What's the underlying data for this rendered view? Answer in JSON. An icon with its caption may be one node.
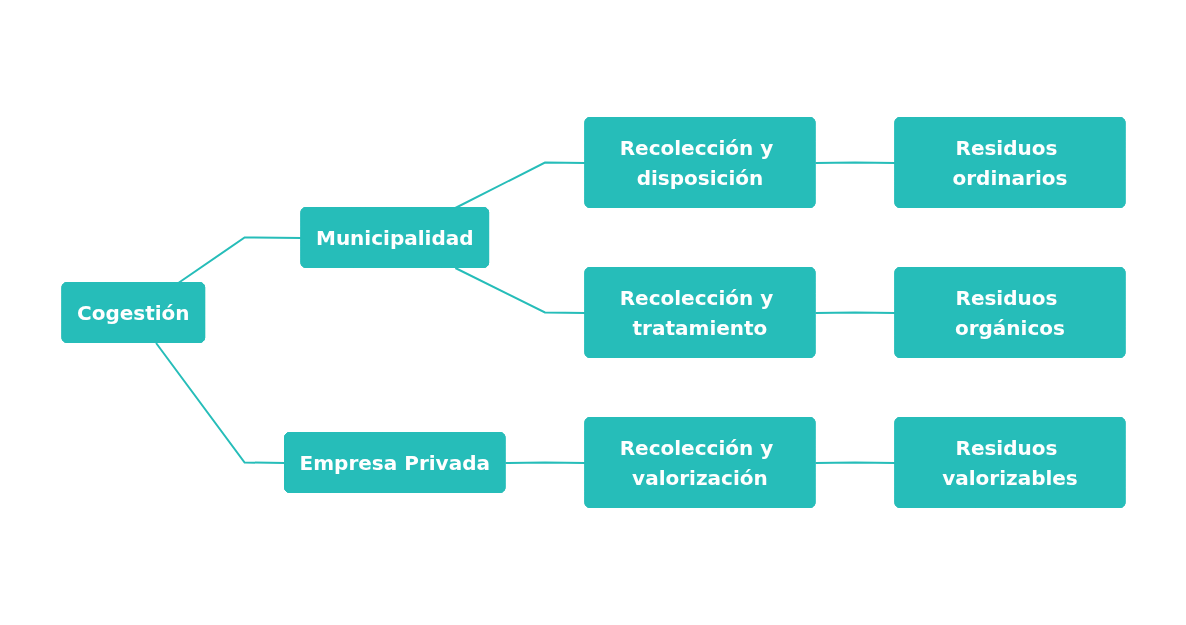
{
  "diagram": {
    "nodes": [
      {
        "text": [
          "Cogestión"
        ]
      },
      {
        "text": [
          "Municipalidad"
        ]
      },
      {
        "text": [
          "Recolección y disposición"
        ]
      },
      {
        "text": [
          "Residuos ordinarios"
        ]
      },
      {
        "text": [
          "Recolección y tratamiento"
        ]
      },
      {
        "text": [
          "Residuos orgánicos"
        ]
      },
      {
        "text": [
          "Empresa Privada"
        ]
      },
      {
        "text": [
          "Recolección y valorización"
        ]
      },
      {
        "text": [
          "Residuos valorizables"
        ]
      }
    ],
    "edges": [
      {
        "from": 0,
        "to": 1,
        "arrow": "none"
      },
      {
        "from": 0,
        "to": 6,
        "arrow": "none"
      },
      {
        "from": 1,
        "to": 2,
        "arrow": "none"
      },
      {
        "from": 1,
        "to": 4,
        "arrow": "none"
      },
      {
        "from": 2,
        "to": 3,
        "arrow": "none"
      },
      {
        "from": 4,
        "to": 5,
        "arrow": "none"
      },
      {
        "from": 6,
        "to": 7,
        "arrow": "none"
      },
      {
        "from": 7,
        "to": 8,
        "arrow": "none"
      }
    ]
  }
}
